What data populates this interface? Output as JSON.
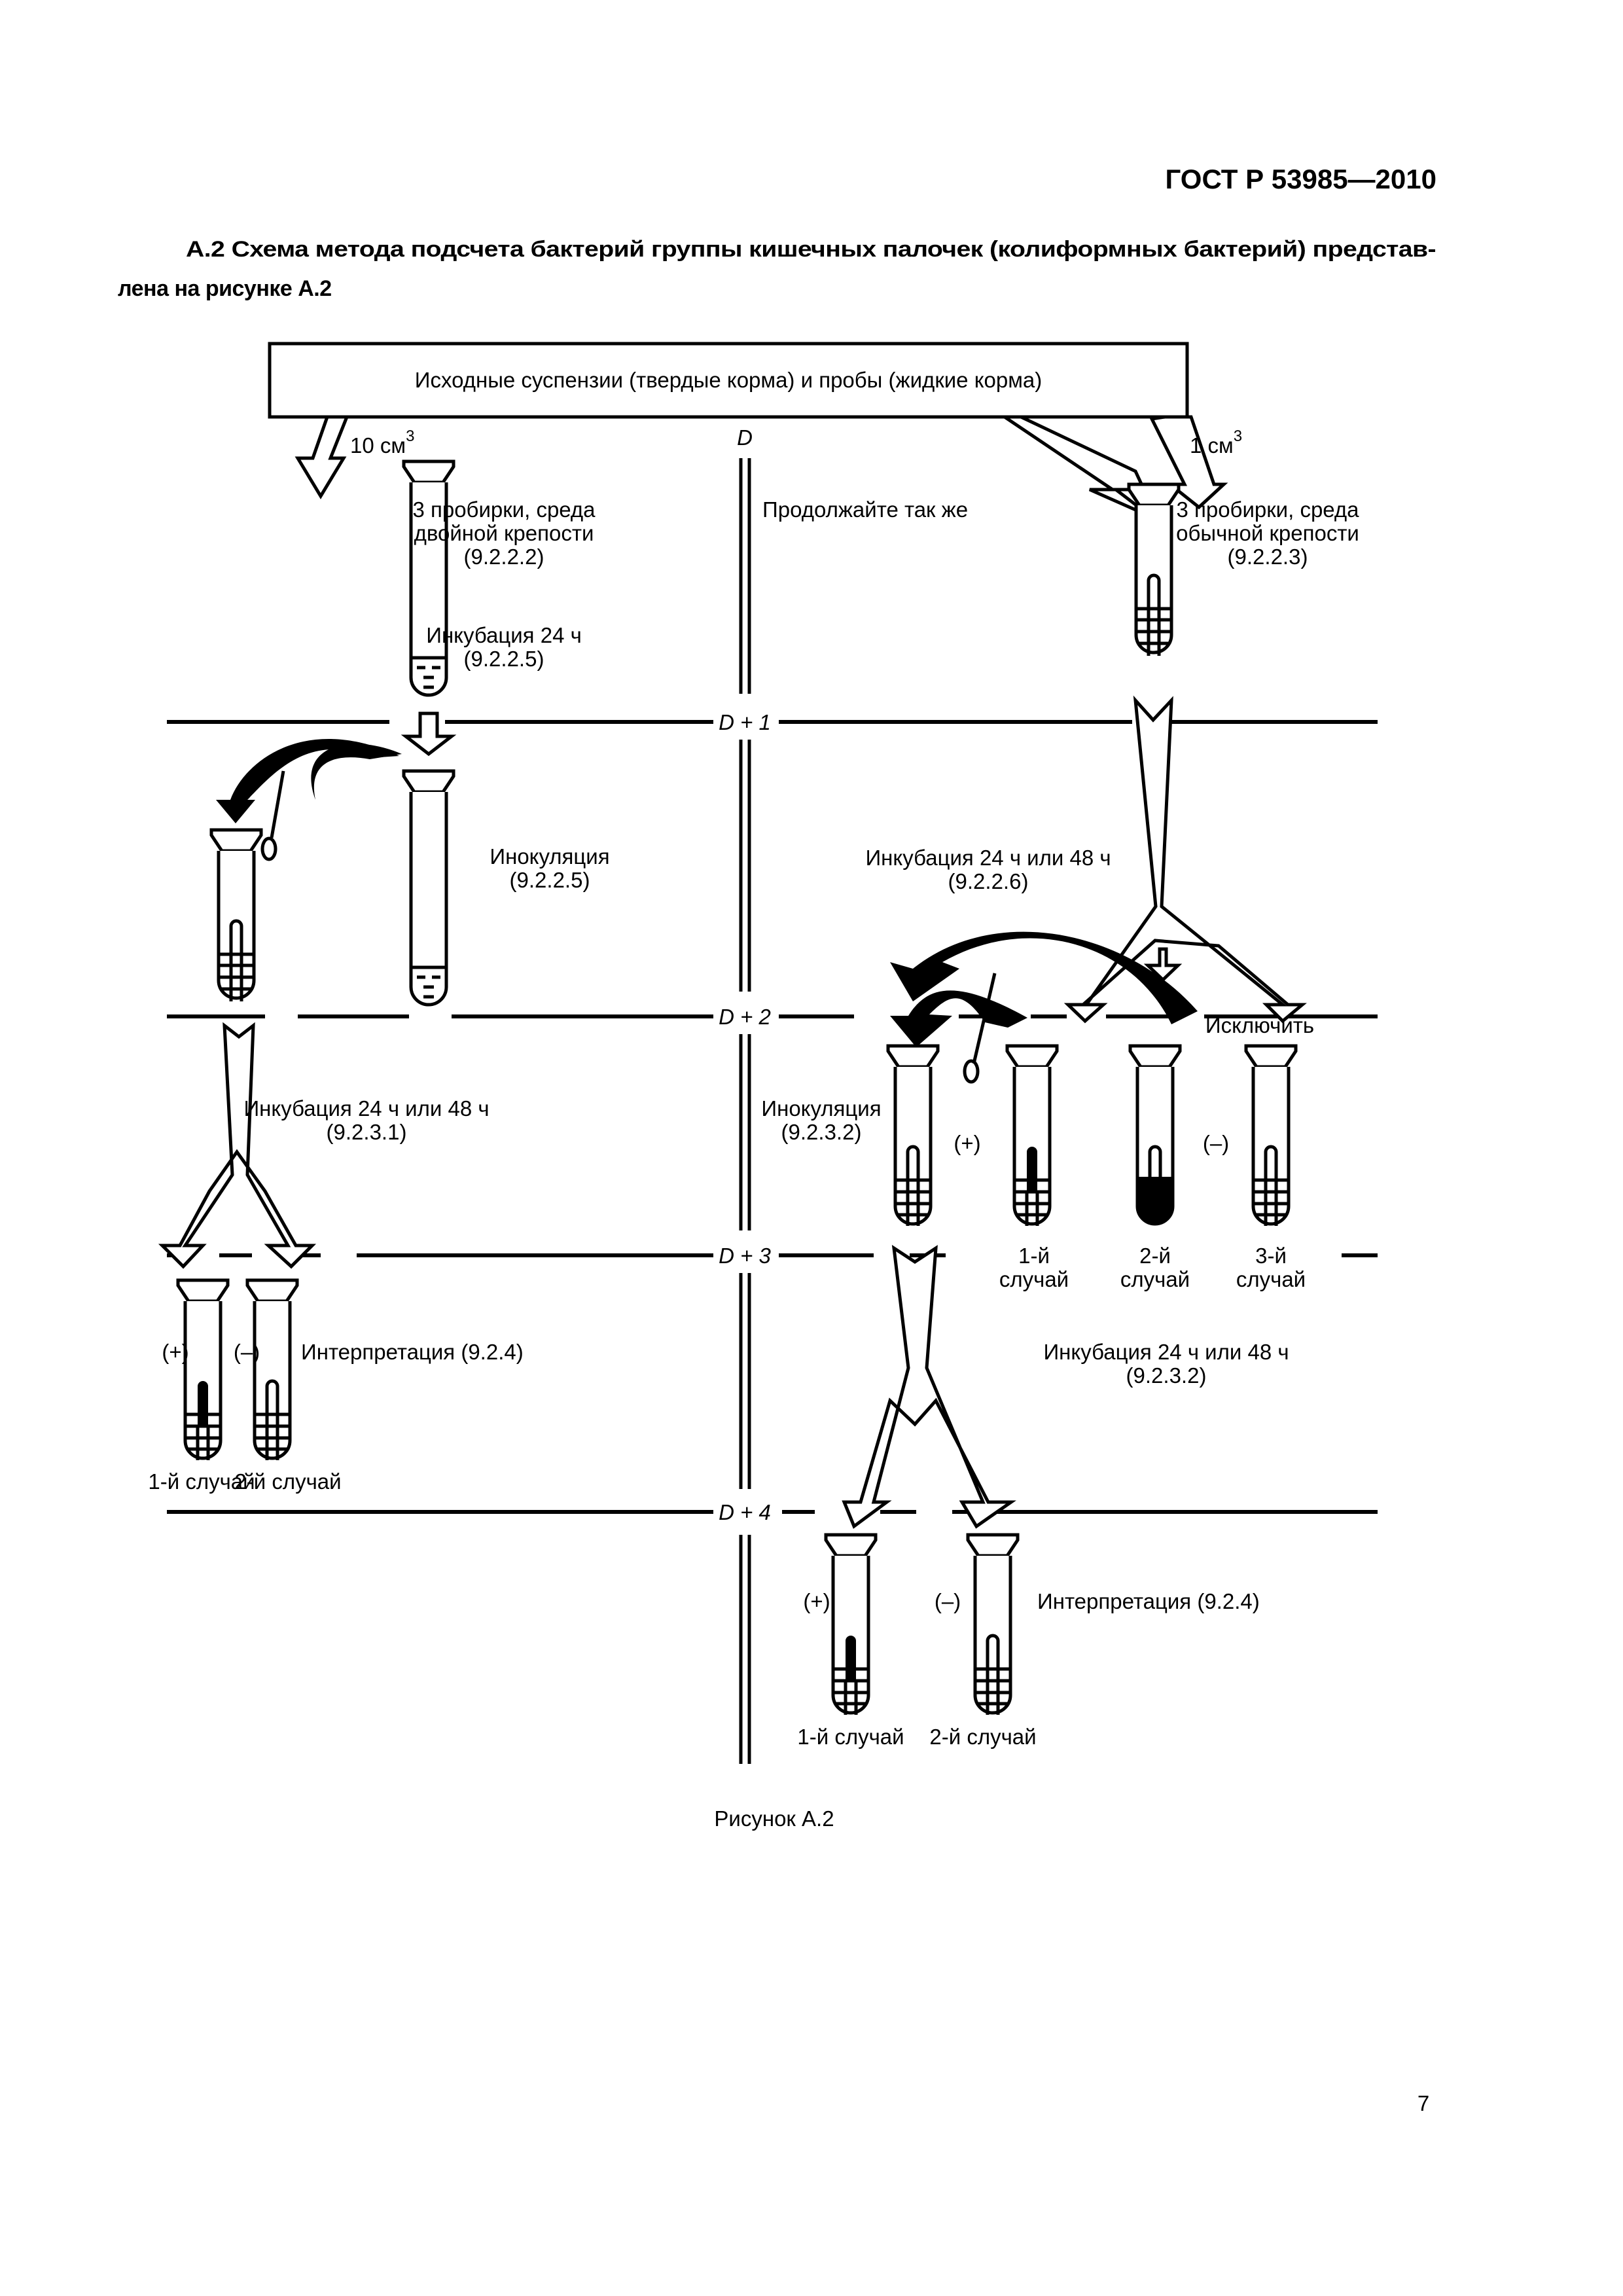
{
  "header": {
    "standard_code": "ГОСТ Р 53985—2010"
  },
  "intro": {
    "line1": "А.2  Схема метода подсчета бактерий группы кишечных палочек (колиформных бактерий) представ-",
    "line2": "лена на рисунке А.2"
  },
  "diagram": {
    "source_box": "Исходные суспензии (твердые корма) и пробы (жидкие корма)",
    "timeline": {
      "d0": "D",
      "d1": "D + 1",
      "d2": "D + 2",
      "d3": "D + 3",
      "d4": "D + 4"
    },
    "left_branch": {
      "volume": "10 см",
      "volume_sup": "3",
      "tubes_desc": [
        "3 пробирки, среда",
        "двойной крепости",
        "(9.2.2.2)"
      ],
      "incubation1": [
        "Инкубация 24 ч",
        "(9.2.2.5)"
      ],
      "inoculation": [
        "Инокуляция",
        "(9.2.2.5)"
      ],
      "incubation2": [
        "Инкубация 24 ч или 48 ч",
        "(9.2.3.1)"
      ],
      "plus": "(+)",
      "minus": "(–)",
      "interpretation": "Интерпретация (9.2.4)",
      "case1": "1-й случай",
      "case2": "2-й случай"
    },
    "center": {
      "continue": "Продолжайте так же"
    },
    "right_branch": {
      "volume": "1 см",
      "volume_sup": "3",
      "tubes_desc": [
        "3 пробирки, среда",
        "обычной крепости",
        "(9.2.2.3)"
      ],
      "incubation1": [
        "Инкубация 24 ч или 48 ч",
        "(9.2.2.6)"
      ],
      "exclude": "Исключить",
      "inoculation": [
        "Инокуляция",
        "(9.2.3.2)"
      ],
      "plus": "(+)",
      "minus": "(–)",
      "case1": [
        "1-й",
        "случай"
      ],
      "case2": [
        "2-й",
        "случай"
      ],
      "case3": [
        "3-й",
        "случай"
      ],
      "incubation2": [
        "Инкубация 24 ч или 48 ч",
        "(9.2.3.2)"
      ],
      "final_plus": "(+)",
      "final_minus": "(–)",
      "interpretation": "Интерпретация (9.2.4)",
      "final_case1": "1-й случай",
      "final_case2": "2-й случай"
    },
    "caption": "Рисунок А.2"
  },
  "footer": {
    "page_number": "7"
  }
}
